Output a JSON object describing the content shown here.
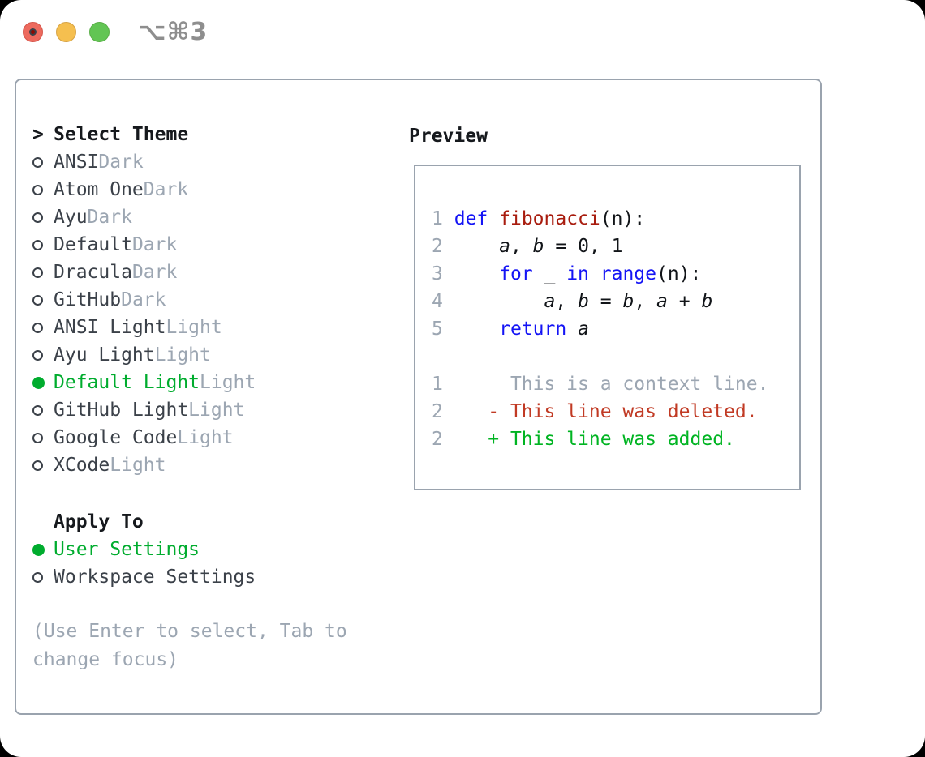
{
  "window": {
    "title": "⌥⌘3"
  },
  "theme_list": {
    "header_marker": ">",
    "header": "Select Theme",
    "items": [
      {
        "name": "ANSI",
        "variant": "Dark",
        "selected": false
      },
      {
        "name": "Atom One",
        "variant": "Dark",
        "selected": false
      },
      {
        "name": "Ayu",
        "variant": "Dark",
        "selected": false
      },
      {
        "name": "Default",
        "variant": "Dark",
        "selected": false
      },
      {
        "name": "Dracula",
        "variant": "Dark",
        "selected": false
      },
      {
        "name": "GitHub",
        "variant": "Dark",
        "selected": false
      },
      {
        "name": "ANSI Light",
        "variant": "Light",
        "selected": false
      },
      {
        "name": "Ayu Light",
        "variant": "Light",
        "selected": false
      },
      {
        "name": "Default Light",
        "variant": "Light",
        "selected": true
      },
      {
        "name": "GitHub Light",
        "variant": "Light",
        "selected": false
      },
      {
        "name": "Google Code",
        "variant": "Light",
        "selected": false
      },
      {
        "name": "XCode",
        "variant": "Light",
        "selected": false
      }
    ]
  },
  "apply_to": {
    "header": "Apply To",
    "options": [
      {
        "label": "User Settings",
        "selected": true
      },
      {
        "label": "Workspace Settings",
        "selected": false
      }
    ]
  },
  "help_text": "(Use Enter to select, Tab to change focus)",
  "preview": {
    "title": "Preview",
    "code_lines": [
      {
        "num": "1",
        "seg": [
          [
            "def",
            "kw"
          ],
          [
            " ",
            null
          ],
          [
            "fibonacci",
            "fn"
          ],
          [
            "(n):",
            null
          ]
        ]
      },
      {
        "num": "2",
        "seg": [
          [
            "    ",
            null
          ],
          [
            "a",
            "var"
          ],
          [
            ", ",
            null
          ],
          [
            "b",
            "var"
          ],
          [
            " = 0, 1",
            null
          ]
        ]
      },
      {
        "num": "3",
        "seg": [
          [
            "    ",
            null
          ],
          [
            "for",
            "kw"
          ],
          [
            " _ ",
            null
          ],
          [
            "in",
            "kw"
          ],
          [
            " ",
            null
          ],
          [
            "range",
            "kw"
          ],
          [
            "(n):",
            null
          ]
        ]
      },
      {
        "num": "4",
        "seg": [
          [
            "        ",
            null
          ],
          [
            "a",
            "var"
          ],
          [
            ", ",
            null
          ],
          [
            "b",
            "var"
          ],
          [
            " = ",
            null
          ],
          [
            "b",
            "var"
          ],
          [
            ", ",
            null
          ],
          [
            "a",
            "var"
          ],
          [
            " + ",
            null
          ],
          [
            "b",
            "var"
          ]
        ]
      },
      {
        "num": "5",
        "seg": [
          [
            "    ",
            null
          ],
          [
            "return",
            "kw"
          ],
          [
            " ",
            null
          ],
          [
            "a",
            "var"
          ]
        ]
      }
    ],
    "diff_lines": [
      {
        "num": "1",
        "text": "      This is a context line.",
        "kind": "context"
      },
      {
        "num": "2",
        "text": "    - This line was deleted.",
        "kind": "deleted"
      },
      {
        "num": "2",
        "text": "    + This line was added.",
        "kind": "added"
      }
    ]
  },
  "colors": {
    "accent_green": "#00ac2e",
    "added_green": "#00b422",
    "deleted_red": "#c13a24",
    "keyword_blue": "#1414f5",
    "function_red": "#a81c0e",
    "code_plain": "#111418",
    "text_dark": "#3b4149",
    "heading_black": "#16191d",
    "muted_gray": "#9ca6b2",
    "border_gray": "#9aa3ae",
    "title_gray": "#8e8e8e",
    "close_red": "#ed6a5e",
    "close_red_border": "#d5554a",
    "close_dot": "#8c0b04",
    "minimize_yellow": "#f5bf4f",
    "minimize_yellow_border": "#d6a243",
    "zoom_green": "#62c554",
    "zoom_green_border": "#58ae46"
  }
}
